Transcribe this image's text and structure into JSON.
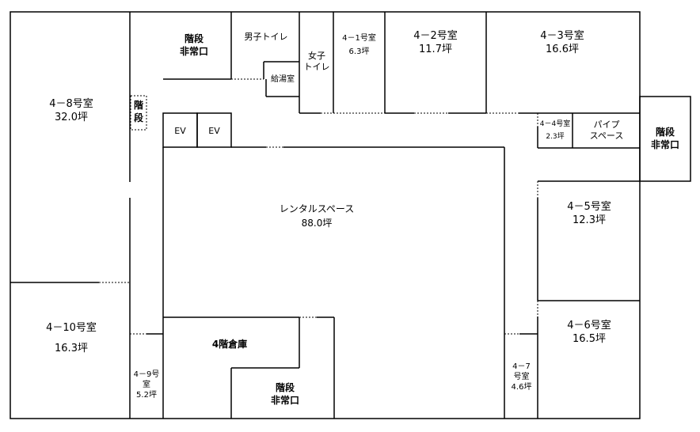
{
  "rooms": {
    "room_4_8": {
      "name": "4－8号室",
      "area": "32.0坪"
    },
    "room_4_10": {
      "name": "4－10号室",
      "area": "16.3坪"
    },
    "room_4_9": {
      "name": "4－9号",
      "name2": "室",
      "area": "5.2坪"
    },
    "room_4_1": {
      "name": "4－1号室",
      "area": "6.3坪"
    },
    "room_4_2": {
      "name": "4－2号室",
      "area": "11.7坪"
    },
    "room_4_3": {
      "name": "4－3号室",
      "area": "16.6坪"
    },
    "room_4_4": {
      "name": "4－4号室",
      "area": "2.3坪"
    },
    "room_4_5": {
      "name": "4－5号室",
      "area": "12.3坪"
    },
    "room_4_6": {
      "name": "4－6号室",
      "area": "16.5坪"
    },
    "room_4_7": {
      "name": "4－7",
      "name2": "号室",
      "area": "4.6坪"
    },
    "rental": {
      "name": "レンタルスペース",
      "area": "88.0坪"
    }
  },
  "facilities": {
    "stairs_top_left": {
      "line1": "階段",
      "line2": "非常口"
    },
    "stairs_inner": {
      "line1": "階",
      "line2": "段"
    },
    "stairs_right": {
      "line1": "階段",
      "line2": "非常口"
    },
    "stairs_bottom": {
      "line1": "階段",
      "line2": "非常口"
    },
    "mens_toilet": "男子トイレ",
    "womens_toilet": {
      "line1": "女子",
      "line2": "トイレ"
    },
    "kitchen": "給湯室",
    "elevator_1": "EV",
    "elevator_2": "EV",
    "pipe_space": {
      "line1": "パイプ",
      "line2": "スペース"
    },
    "storage": "4階倉庫"
  }
}
